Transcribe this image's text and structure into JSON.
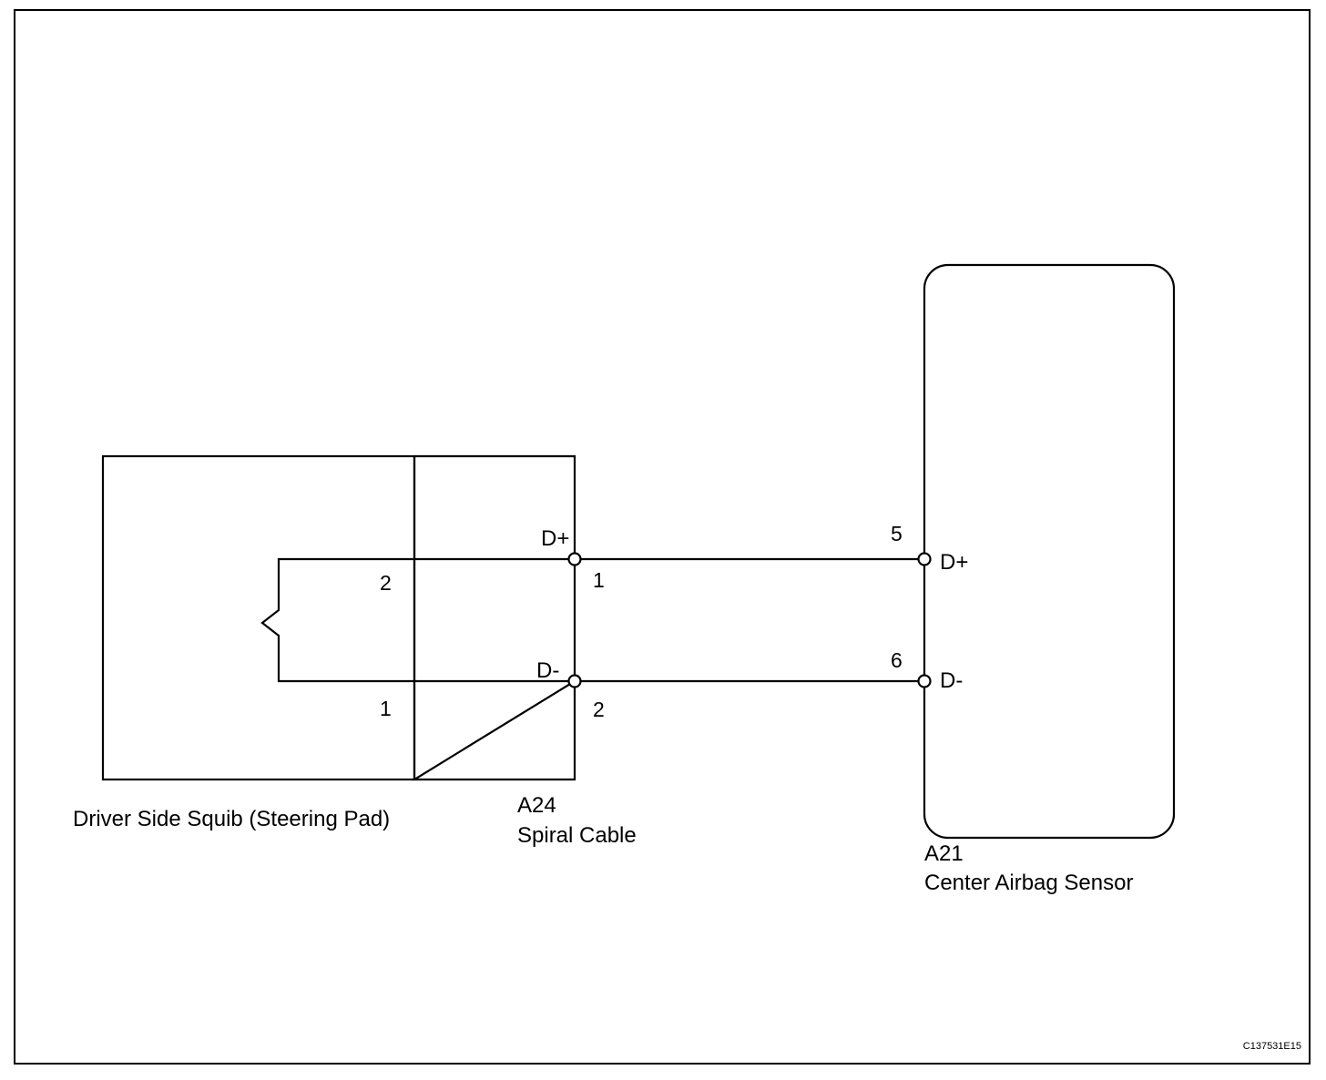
{
  "components": {
    "squib": {
      "name": "Driver Side Squib (Steering Pad)",
      "pin_upper": "2",
      "pin_lower": "1"
    },
    "spiral_cable": {
      "code": "A24",
      "name": "Spiral Cable",
      "pin_upper": "1",
      "pin_lower": "2",
      "sig_upper": "D+",
      "sig_lower": "D-"
    },
    "airbag_sensor": {
      "code": "A21",
      "name": "Center Airbag Sensor",
      "pin_upper": "5",
      "pin_lower": "6",
      "sig_upper": "D+",
      "sig_lower": "D-"
    }
  },
  "figure_code": "C137531E15"
}
